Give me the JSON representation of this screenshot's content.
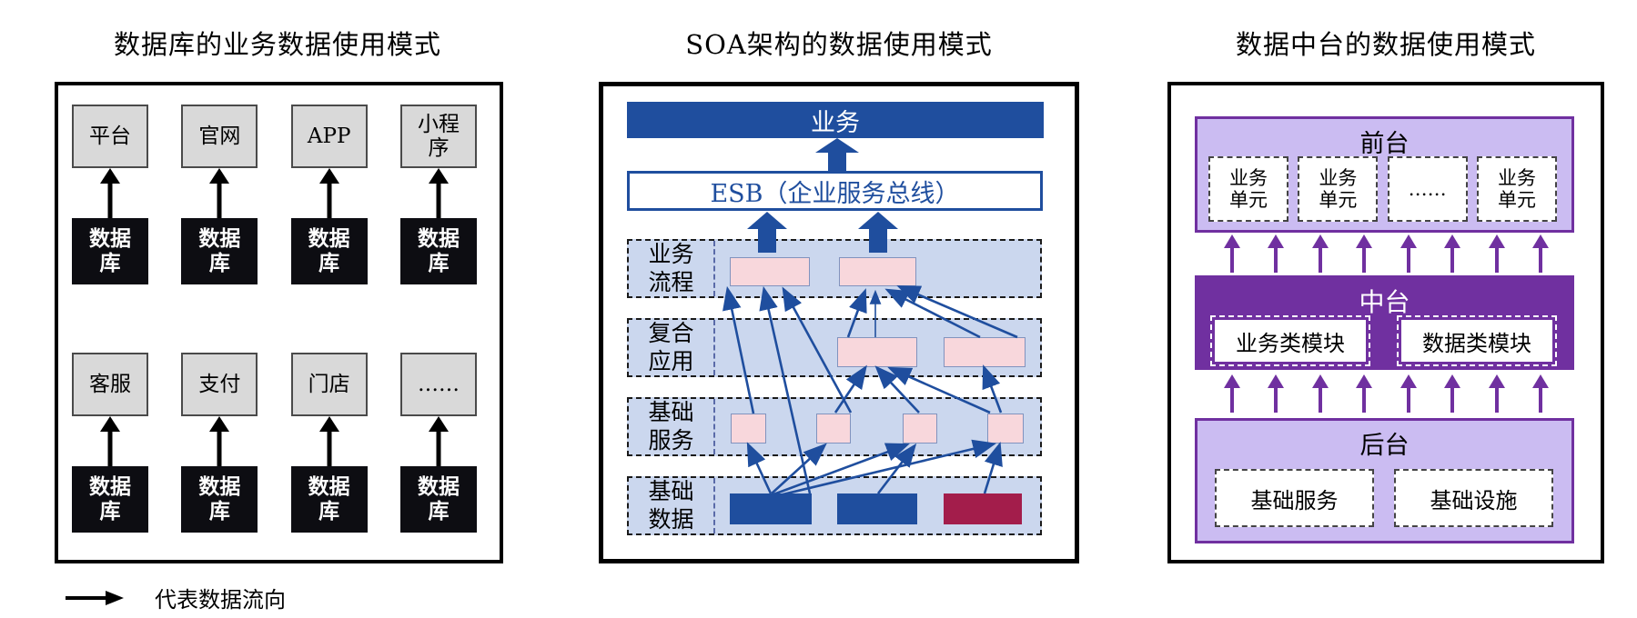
{
  "titles": {
    "database": "数据库的业务数据使用模式",
    "soa": "SOA架构的数据使用模式",
    "mid_platform": "数据中台的数据使用模式"
  },
  "database_panel": {
    "top_apps": [
      "平台",
      "官网",
      "APP",
      "小程\n序"
    ],
    "bottom_apps": [
      "客服",
      "支付",
      "门店",
      "……"
    ],
    "db_label": "数据\n库"
  },
  "soa_panel": {
    "business_label": "业务",
    "esb_label": "ESB（企业服务总线）",
    "layer_labels": [
      "业务\n流程",
      "复合\n应用",
      "基础\n服务",
      "基础\n数据"
    ]
  },
  "mid_platform_panel": {
    "front": {
      "label": "前台",
      "units": [
        "业务\n单元",
        "业务\n单元",
        "……",
        "业务\n单元"
      ]
    },
    "middle": {
      "label": "中台",
      "modules": [
        "业务类模块",
        "数据类模块"
      ]
    },
    "back": {
      "label": "后台",
      "modules": [
        "基础服务",
        "基础设施"
      ]
    },
    "arrows_per_row": 8,
    "arrow_rows": 2
  },
  "legend": {
    "label": "代表数据流向"
  },
  "colors": {
    "blue": "#1F4E9E",
    "crimson": "#A31D4B",
    "purple": "#7030A0",
    "lavender": "#CBBCF2",
    "light_blue_row": "#CBD7EE",
    "pink": "#F8D7DC",
    "gray_box": "#D9D9D9",
    "black_box": "#0D0D12"
  }
}
